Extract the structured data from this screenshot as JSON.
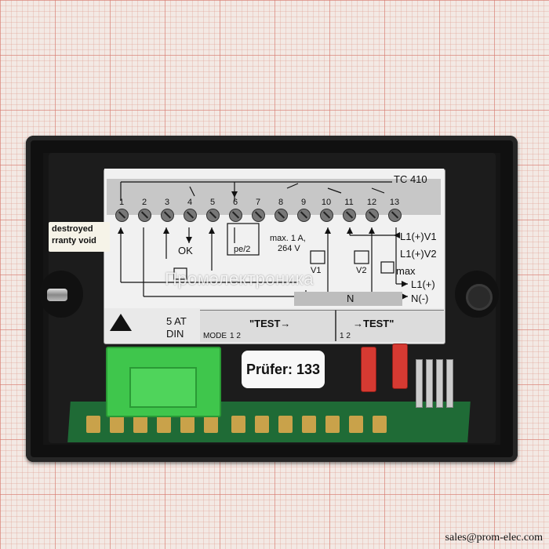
{
  "device": {
    "model": "TC 410",
    "terminals": [
      "1",
      "2",
      "3",
      "4",
      "5",
      "6",
      "7",
      "8",
      "9",
      "10",
      "11",
      "12",
      "13"
    ],
    "labels": {
      "ok": "OK",
      "pe": "pe/2",
      "rating": "max. 1 A,",
      "voltage": "264 V",
      "l1v1": "L1(+)V1",
      "l1v2": "L1(+)V2",
      "v1": "V1",
      "v2": "V2",
      "max": "max",
      "l1": "L1(+)",
      "n": "N",
      "nminus": "N(-)",
      "fuse": "5 AT",
      "din": "DIN",
      "mode": "MODE",
      "mode_nums": "1 2",
      "mode_nums2": "1 2",
      "test1": "\"TEST→",
      "test2": "→TEST\""
    },
    "warranty_sticker": [
      "destroyed",
      "rranty void"
    ],
    "tester_sticker": "Prüfer: 133"
  },
  "watermark": "Промэлектроника",
  "email": "sales@prom-elec.com"
}
